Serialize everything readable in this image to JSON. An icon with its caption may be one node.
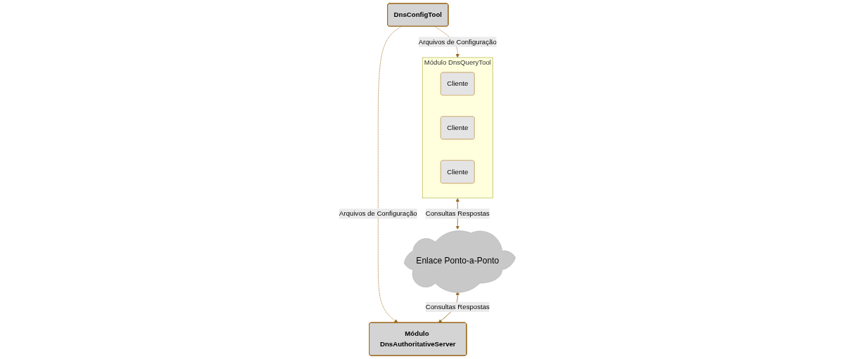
{
  "diagram": {
    "nodes": [
      {
        "text": [
          "DnsConfigTool"
        ]
      },
      {
        "text": [
          "Módulo DnsQueryTool"
        ]
      },
      {
        "text": [
          "Cliente"
        ],
        "in": 1
      },
      {
        "text": [
          "Cliente"
        ],
        "in": 1
      },
      {
        "text": [
          "Cliente"
        ],
        "in": 1
      },
      {
        "text": [
          "Enlace Ponto-a-Ponto"
        ]
      },
      {
        "text": [
          "Módulo DnsAuthoritativeServer"
        ]
      }
    ],
    "edges": [
      {
        "from": 0,
        "to": 1,
        "arrow": "to",
        "label": "Arquivos de Configuração",
        "style": "dashed"
      },
      {
        "from": 0,
        "to": 6,
        "arrow": "to",
        "label": "Arquivos de Configuração",
        "style": "dashed"
      },
      {
        "from": 1,
        "to": 5,
        "arrow": "both",
        "label": "Consultas Respostas"
      },
      {
        "from": 5,
        "to": 6,
        "arrow": "both",
        "label": "Consultas Respostas"
      }
    ]
  }
}
